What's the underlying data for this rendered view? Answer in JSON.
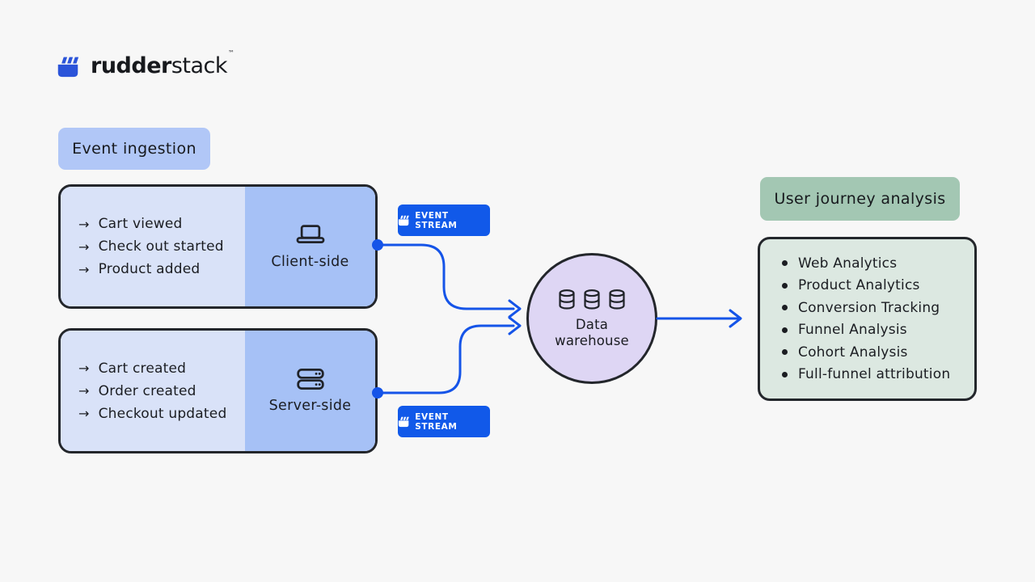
{
  "logo": {
    "brand_bold": "rudder",
    "brand_regular": "stack",
    "trademark": "™"
  },
  "glyphs": {
    "arrow": "→"
  },
  "pills": {
    "event_ingestion": "Event ingestion",
    "user_journey": "User journey analysis"
  },
  "client_card": {
    "events": [
      "Cart viewed",
      "Check out started",
      "Product added"
    ],
    "label": "Client-side"
  },
  "server_card": {
    "events": [
      "Cart created",
      "Order created",
      "Checkout updated"
    ],
    "label": "Server-side"
  },
  "badge": {
    "label": "EVENT STREAM"
  },
  "warehouse": {
    "line1": "Data",
    "line2": "warehouse"
  },
  "analysis_card": {
    "items": [
      "Web Analytics",
      "Product Analytics",
      "Conversion Tracking",
      "Funnel Analysis",
      "Cohort Analysis",
      "Full-funnel attribution"
    ]
  },
  "colors": {
    "background": "#f7f7f7",
    "accent_blue": "#1554e8",
    "logo_blue": "#2b54d9",
    "pill_blue": "#b1c7f7",
    "panel_light_blue": "#d9e2f8",
    "panel_blue": "#a6c1f6",
    "badge_blue": "#1159e9",
    "circle_purple": "#ded6f4",
    "pill_green": "#a3c7b3",
    "panel_green": "#dce8e1",
    "border_dark": "#23262b",
    "text_dark": "#1b1d22"
  }
}
